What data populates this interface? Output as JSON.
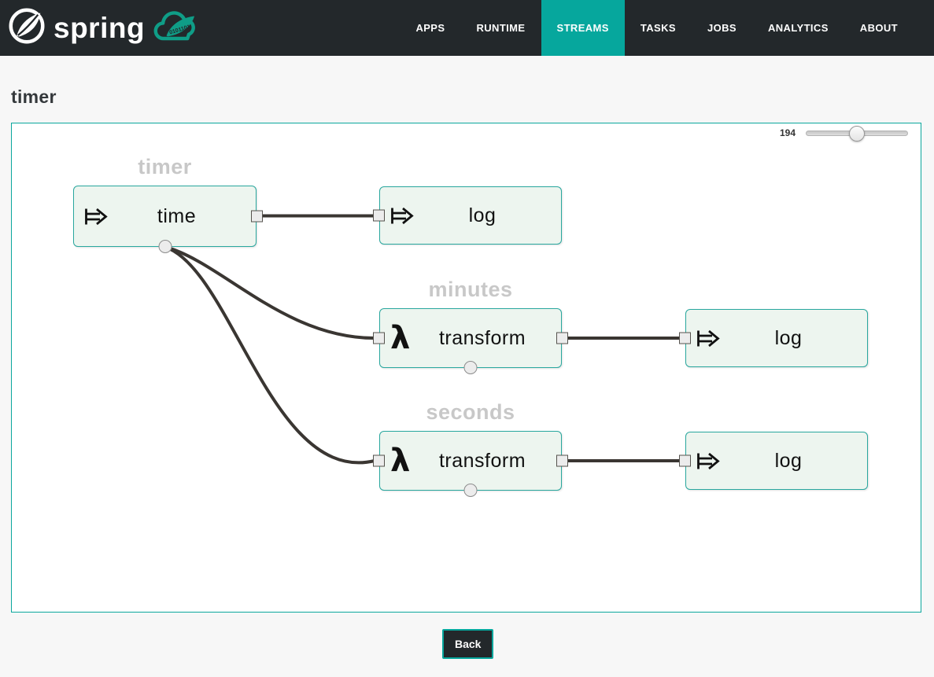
{
  "navbar": {
    "brand": "spring",
    "items": [
      {
        "label": "APPS",
        "active": false
      },
      {
        "label": "RUNTIME",
        "active": false
      },
      {
        "label": "STREAMS",
        "active": true
      },
      {
        "label": "TASKS",
        "active": false
      },
      {
        "label": "JOBS",
        "active": false
      },
      {
        "label": "ANALYTICS",
        "active": false
      },
      {
        "label": "ABOUT",
        "active": false
      }
    ]
  },
  "page": {
    "title": "timer"
  },
  "canvas": {
    "zoom_value": "194"
  },
  "icons": {
    "lambda": "λ"
  },
  "diagram": {
    "groups": [
      {
        "label": "timer"
      },
      {
        "label": "minutes"
      },
      {
        "label": "seconds"
      }
    ],
    "nodes": [
      {
        "label": "time",
        "type": "source",
        "icon": "stream-arrow",
        "group": "timer"
      },
      {
        "label": "log",
        "type": "sink",
        "icon": "stream-arrow",
        "group": "timer"
      },
      {
        "label": "transform",
        "type": "processor",
        "icon": "lambda",
        "group": "minutes"
      },
      {
        "label": "log",
        "type": "sink",
        "icon": "stream-arrow",
        "group": "minutes"
      },
      {
        "label": "transform",
        "type": "processor",
        "icon": "lambda",
        "group": "seconds"
      },
      {
        "label": "log",
        "type": "sink",
        "icon": "stream-arrow",
        "group": "seconds"
      }
    ],
    "links": [
      {
        "from": "time:output",
        "to": "log@timer:input"
      },
      {
        "from": "time:tap",
        "to": "transform@minutes:input"
      },
      {
        "from": "time:tap",
        "to": "transform@seconds:input"
      },
      {
        "from": "transform@minutes:output",
        "to": "log@minutes:input"
      },
      {
        "from": "transform@seconds:output",
        "to": "log@seconds:input"
      }
    ]
  },
  "footer": {
    "back_label": "Back"
  },
  "colors": {
    "navbar_bg": "#23282b",
    "accent_teal": "#06a79d",
    "canvas_border": "#0ba79d",
    "node_border": "#29a79e",
    "node_fill": "#edf5ef",
    "link_stroke": "#3a3632",
    "group_label": "#c8c8c8",
    "page_bg": "#f7f7f7"
  }
}
